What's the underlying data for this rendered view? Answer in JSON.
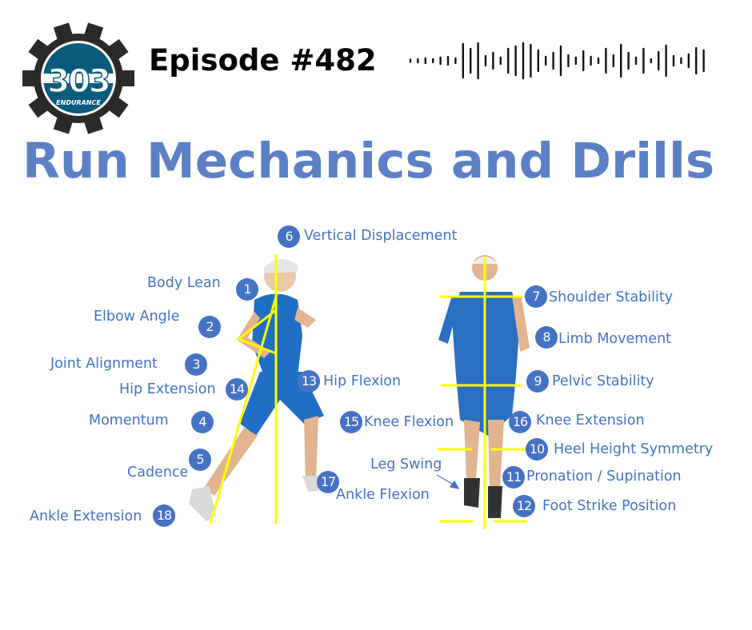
{
  "logo": {
    "number": "303",
    "word": "ENDURANCE"
  },
  "header": {
    "episode": "Episode #482",
    "title": "Run Mechanics and Drills"
  },
  "colors": {
    "accent": "#4472c4",
    "title": "#5b80c6",
    "guide_lines": "#ffff00",
    "logo_blue": "#0b5b7c",
    "logo_gear": "#2b2a28"
  },
  "labels": [
    {
      "n": "1",
      "text": "Body Lean"
    },
    {
      "n": "2",
      "text": "Elbow Angle"
    },
    {
      "n": "3",
      "text": "Joint Alignment"
    },
    {
      "n": "4",
      "text": "Momentum"
    },
    {
      "n": "5",
      "text": "Cadence"
    },
    {
      "n": "6",
      "text": "Vertical Displacement"
    },
    {
      "n": "7",
      "text": "Shoulder Stability"
    },
    {
      "n": "8",
      "text": "Limb Movement"
    },
    {
      "n": "9",
      "text": "Pelvic Stability"
    },
    {
      "n": "10",
      "text": "Heel Height Symmetry"
    },
    {
      "n": "11",
      "text": "Pronation / Supination"
    },
    {
      "n": "12",
      "text": "Foot Strike Position"
    },
    {
      "n": "13",
      "text": "Hip Flexion"
    },
    {
      "n": "14",
      "text": "Hip Extension"
    },
    {
      "n": "15",
      "text": "Knee Flexion"
    },
    {
      "n": "16",
      "text": "Knee Extension"
    },
    {
      "n": "17",
      "text": "Ankle Flexion"
    },
    {
      "n": "18",
      "text": "Ankle Extension"
    }
  ],
  "leg_swing": "Leg Swing"
}
